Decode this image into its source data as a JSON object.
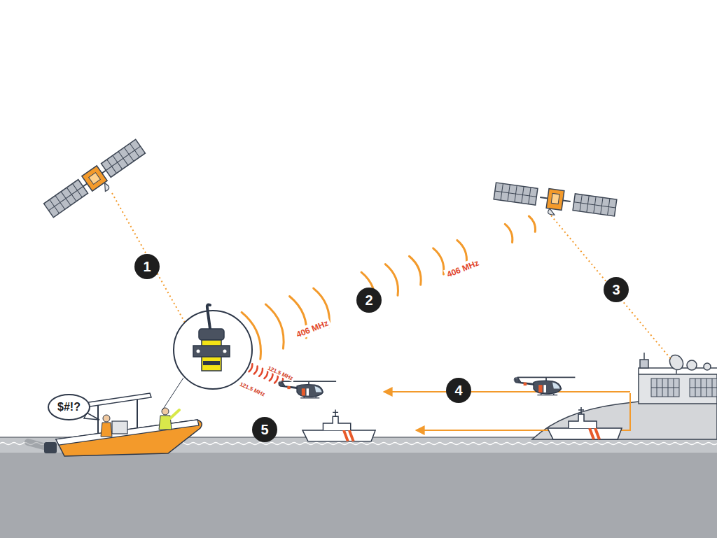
{
  "diagram": {
    "nodes": [
      {
        "text": [
          "$#!?"
        ]
      }
    ],
    "labels": [
      "1",
      "2",
      "3",
      "4",
      "5",
      "406 MHz",
      "406 MHz",
      "121.5 MHz",
      "121.5 MHz"
    ]
  }
}
